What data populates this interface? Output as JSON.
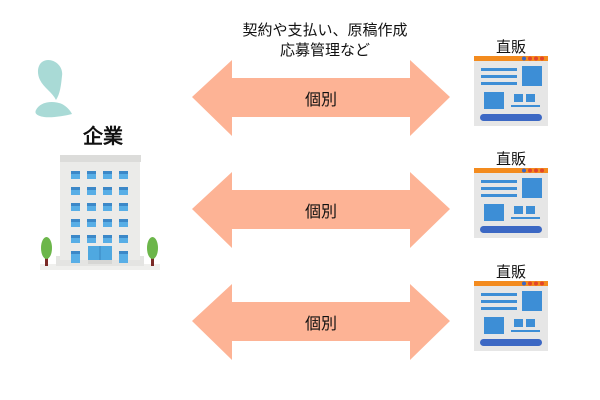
{
  "caption": {
    "line1": "契約や支払い、原稿作成",
    "line2": "応募管理など"
  },
  "company": {
    "label": "企業",
    "icon": "office-building-icon",
    "accent_drops_icon": "sweat-drops-icon"
  },
  "relations": [
    {
      "label": "個別",
      "target_label": "直販"
    },
    {
      "label": "個別",
      "target_label": "直販"
    },
    {
      "label": "個別",
      "target_label": "直販"
    }
  ],
  "colors": {
    "arrow": "#FDB395",
    "drop": "#A9DAD6",
    "building": "#E8E8E6",
    "window": "#4A9BD9",
    "tree": "#6CB64A",
    "trunk": "#7A2A26",
    "site_bar": "#F38B1E",
    "site_bg": "#E6E6E6",
    "site_block": "#3D8ED6",
    "site_button": "#3C68C4"
  }
}
